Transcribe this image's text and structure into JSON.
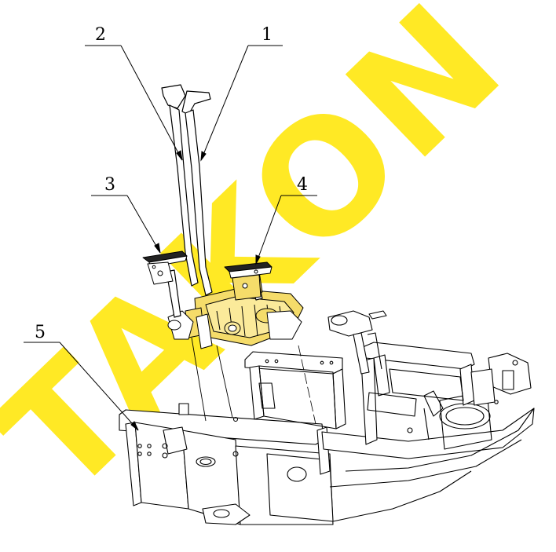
{
  "callouts": {
    "c1": "1",
    "c2": "2",
    "c3": "3",
    "c4": "4",
    "c5": "5"
  },
  "watermark": {
    "text": "TAKON",
    "color": "#FFE600"
  },
  "colors": {
    "line": "#000000",
    "valve_fill": "#F5DC6A",
    "background": "#FFFFFF"
  }
}
